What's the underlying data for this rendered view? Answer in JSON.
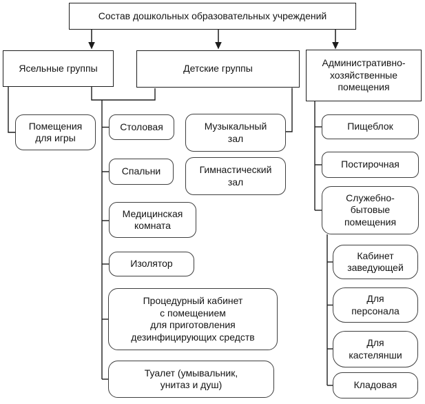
{
  "diagram": {
    "title": "Состав дошкольных образовательных учреждений",
    "nodes": {
      "root": "Состав дошкольных образовательных учреждений",
      "nursery": "Ясельные группы",
      "children_groups": "Детские группы",
      "admin": "Административно-\nхозяйственные\nпомещения",
      "play_rooms": "Помещения\nдля игры",
      "dining": "Столовая",
      "bedrooms": "Спальни",
      "medical_room": "Медицинская\nкомната",
      "isolation": "Изолятор",
      "procedure_room": "Процедурный кабинет\nс помещением\nдля приготовления\nдезинфицирующих средств",
      "toilet": "Туалет (умывальник,\nунитаз и душ)",
      "music_hall": "Музыкальный\nзал",
      "gym_hall": "Гимнастический\nзал",
      "kitchen": "Пищеблок",
      "laundry": "Постирочная",
      "service_rooms": "Служебно-\nбытовые\nпомещения",
      "head_office": "Кабинет\nзаведующей",
      "staff_room": "Для\nперсонала",
      "linen_keeper_room": "Для\nкастелянши",
      "storeroom": "Кладовая"
    },
    "line_color": "#1c1c1c",
    "background": "#ffffff"
  }
}
